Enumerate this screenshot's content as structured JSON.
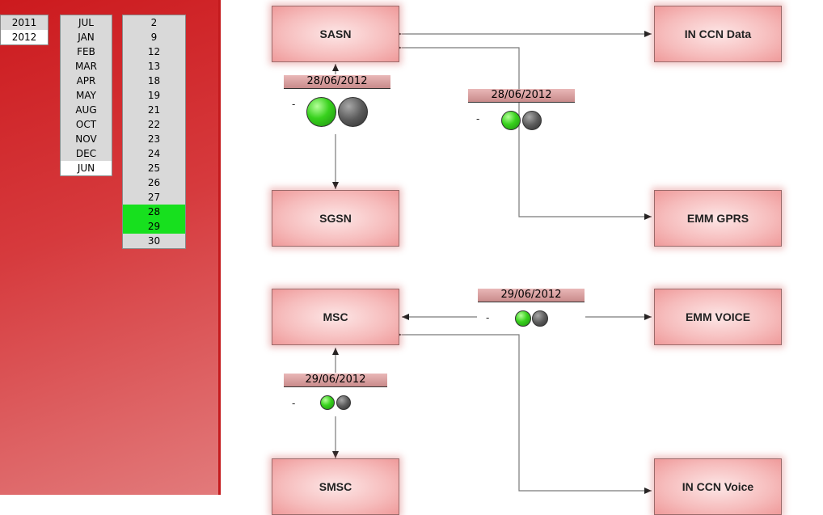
{
  "selector": {
    "years": [
      {
        "label": "2011",
        "state": "normal"
      },
      {
        "label": "2012",
        "state": "selected"
      }
    ],
    "months": [
      {
        "label": "JUL",
        "state": "normal"
      },
      {
        "label": "JAN",
        "state": "normal"
      },
      {
        "label": "FEB",
        "state": "normal"
      },
      {
        "label": "MAR",
        "state": "normal"
      },
      {
        "label": "APR",
        "state": "normal"
      },
      {
        "label": "MAY",
        "state": "normal"
      },
      {
        "label": "AUG",
        "state": "normal"
      },
      {
        "label": "OCT",
        "state": "normal"
      },
      {
        "label": "NOV",
        "state": "normal"
      },
      {
        "label": "DEC",
        "state": "normal"
      },
      {
        "label": "JUN",
        "state": "selected"
      }
    ],
    "days": [
      {
        "label": "2",
        "state": "normal"
      },
      {
        "label": "9",
        "state": "normal"
      },
      {
        "label": "12",
        "state": "normal"
      },
      {
        "label": "13",
        "state": "normal"
      },
      {
        "label": "18",
        "state": "normal"
      },
      {
        "label": "19",
        "state": "normal"
      },
      {
        "label": "21",
        "state": "normal"
      },
      {
        "label": "22",
        "state": "normal"
      },
      {
        "label": "23",
        "state": "normal"
      },
      {
        "label": "24",
        "state": "normal"
      },
      {
        "label": "25",
        "state": "normal"
      },
      {
        "label": "26",
        "state": "normal"
      },
      {
        "label": "27",
        "state": "normal"
      },
      {
        "label": "28",
        "state": "highlighted"
      },
      {
        "label": "29",
        "state": "highlighted"
      },
      {
        "label": "30",
        "state": "normal"
      }
    ]
  },
  "nodes": {
    "sasn": "SASN",
    "in_ccn_data": "IN CCN Data",
    "sgsn": "SGSN",
    "emm_gprs": "EMM GPRS",
    "msc": "MSC",
    "emm_voice": "EMM VOICE",
    "smsc": "SMSC",
    "in_ccn_voice": "IN CCN Voice"
  },
  "status_panels": {
    "sasn_sgsn": {
      "date": "28/06/2012",
      "dash": "-",
      "lamps": [
        "green",
        "gray"
      ]
    },
    "sasn_emm_gprs": {
      "date": "28/06/2012",
      "dash": "-",
      "lamps": [
        "green",
        "gray"
      ]
    },
    "msc_emm_voice": {
      "date": "29/06/2012",
      "dash": "-",
      "lamps": [
        "green",
        "gray"
      ]
    },
    "msc_smsc": {
      "date": "29/06/2012",
      "dash": "-",
      "lamps": [
        "green",
        "gray"
      ]
    }
  },
  "colors": {
    "sidebar_red": "#cc1a1e",
    "highlight_green": "#17e01e",
    "lamp_green": "#38d11d",
    "lamp_gray": "#5c5c5c"
  }
}
